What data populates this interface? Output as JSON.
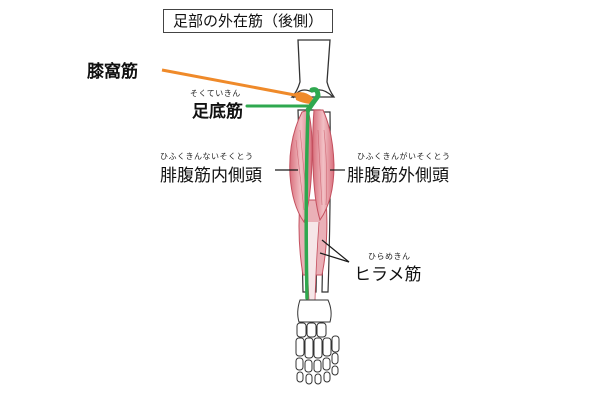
{
  "title": "足部の外在筋（後側）",
  "labels": {
    "popliteus": "膝窩筋",
    "plantaris": "足底筋",
    "plantaris_ruby": "そくていきん",
    "gastroc_medial": "腓腹筋内側頭",
    "gastroc_medial_ruby": "ひふくきんないそくとう",
    "gastroc_lateral": "腓腹筋外側頭",
    "gastroc_lateral_ruby": "ひふくきんがいそくとう",
    "soleus": "ヒラメ筋",
    "soleus_ruby": "ひらめきん"
  },
  "colors": {
    "popliteus_highlight": "#ef8a2a",
    "plantaris_highlight": "#2fa84f",
    "muscle_fill": "#e6a0a8",
    "muscle_stroke": "#c4505f",
    "bone_stroke": "#333333",
    "leader_line": "#1a1a1a"
  }
}
